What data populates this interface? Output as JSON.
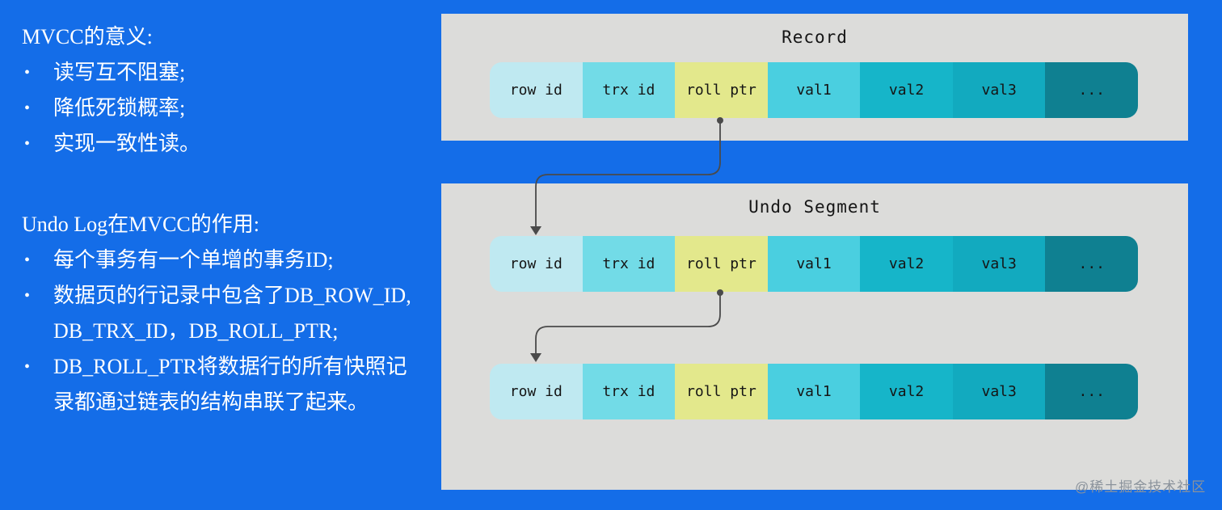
{
  "left": {
    "section1": {
      "heading": "MVCC的意义:",
      "items": [
        [
          "读写互不阻塞;"
        ],
        [
          "降低死锁概率;"
        ],
        [
          "实现一致性读。"
        ]
      ]
    },
    "section2": {
      "heading": "Undo Log在MVCC的作用:",
      "items": [
        [
          "每个事务有一个单增的事务ID;"
        ],
        [
          "数据页的行记录中包含了DB_ROW_ID,",
          "DB_TRX_ID，DB_ROLL_PTR;"
        ],
        [
          "DB_ROLL_PTR将数据行的所有快照记",
          "录都通过链表的结构串联了起来。"
        ]
      ]
    },
    "bullet_glyph": "•"
  },
  "diagram": {
    "record_panel": {
      "title": "Record"
    },
    "undo_panel": {
      "title": "Undo Segment"
    },
    "cells": [
      {
        "name": "row-id",
        "label": "row id",
        "color": "#bfe9f1"
      },
      {
        "name": "trx-id",
        "label": "trx id",
        "color": "#72dbe7"
      },
      {
        "name": "roll-ptr",
        "label": "roll ptr",
        "color": "#e3e88c"
      },
      {
        "name": "val1",
        "label": "val1",
        "color": "#4acfe0"
      },
      {
        "name": "val2",
        "label": "val2",
        "color": "#16b5c9"
      },
      {
        "name": "val3",
        "label": "val3",
        "color": "#12aabf"
      },
      {
        "name": "ellipsis",
        "label": "...",
        "color": "#0f8091"
      }
    ],
    "arrows": [
      {
        "from": "record-row roll ptr",
        "to": "undo-row-1 row id"
      },
      {
        "from": "undo-row-1 roll ptr",
        "to": "undo-row-2 row id"
      }
    ]
  },
  "watermark": {
    "text": "@稀土掘金技术社区"
  },
  "colors": {
    "page-bg": "#146de8",
    "panel-bg": "#dcdcda",
    "arrow": "#4a4a4a",
    "cell-text": "#151515",
    "title-text": "#151515",
    "left-text": "#ffffff",
    "watermark-text": "#8b939c"
  }
}
